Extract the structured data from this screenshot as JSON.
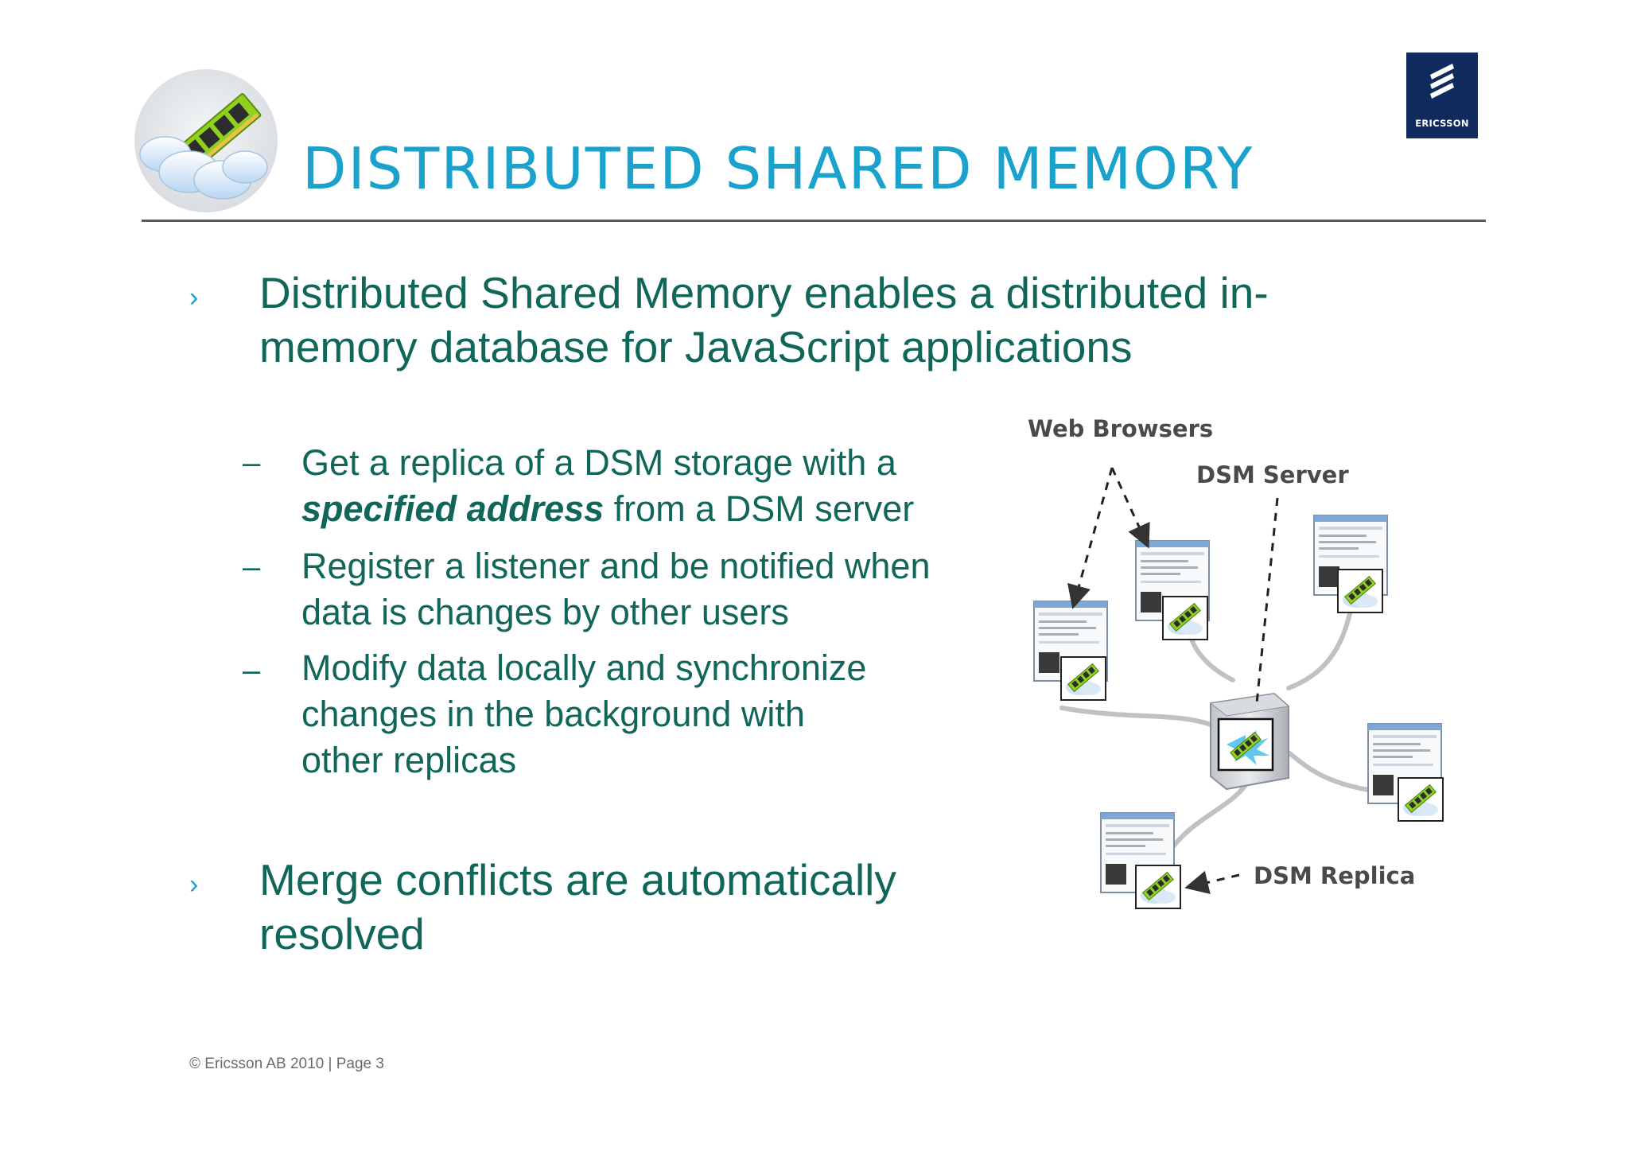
{
  "header": {
    "title": "DISTRIBUTED SHARED MEMORY",
    "brand": "ERICSSON",
    "illustration_icon": "memory-module-cloud-icon"
  },
  "bullets": [
    {
      "marker": "›",
      "lines": [
        "Distributed Shared Memory enables a distributed in-",
        "memory database for JavaScript applications"
      ],
      "sub_items": [
        {
          "marker": "–",
          "lines_prefix": "Get a replica of a DSM storage with a",
          "emphasis": "specified address",
          "suffix": " from a DSM server"
        },
        {
          "marker": "–",
          "lines": [
            "Register a listener and be notified when",
            "data is changes by other users"
          ]
        },
        {
          "marker": "–",
          "lines": [
            "Modify data locally and synchronize",
            "changes in the background with",
            "other replicas"
          ]
        }
      ]
    },
    {
      "marker": "›",
      "lines": [
        "Merge conflicts are automatically",
        "resolved"
      ]
    }
  ],
  "diagram": {
    "labels": {
      "web_browsers": "Web Browsers",
      "dsm_server": "DSM Server",
      "dsm_replica": "DSM Replica"
    }
  },
  "footer": {
    "text": "© Ericsson AB 2010  |  Page 3"
  },
  "colors": {
    "title": "#1aa2cd",
    "body_text": "#0f6659",
    "bullet_marker": "#1aa2cd",
    "rule": "#555b60",
    "logo_bg": "#0f2a5c"
  }
}
